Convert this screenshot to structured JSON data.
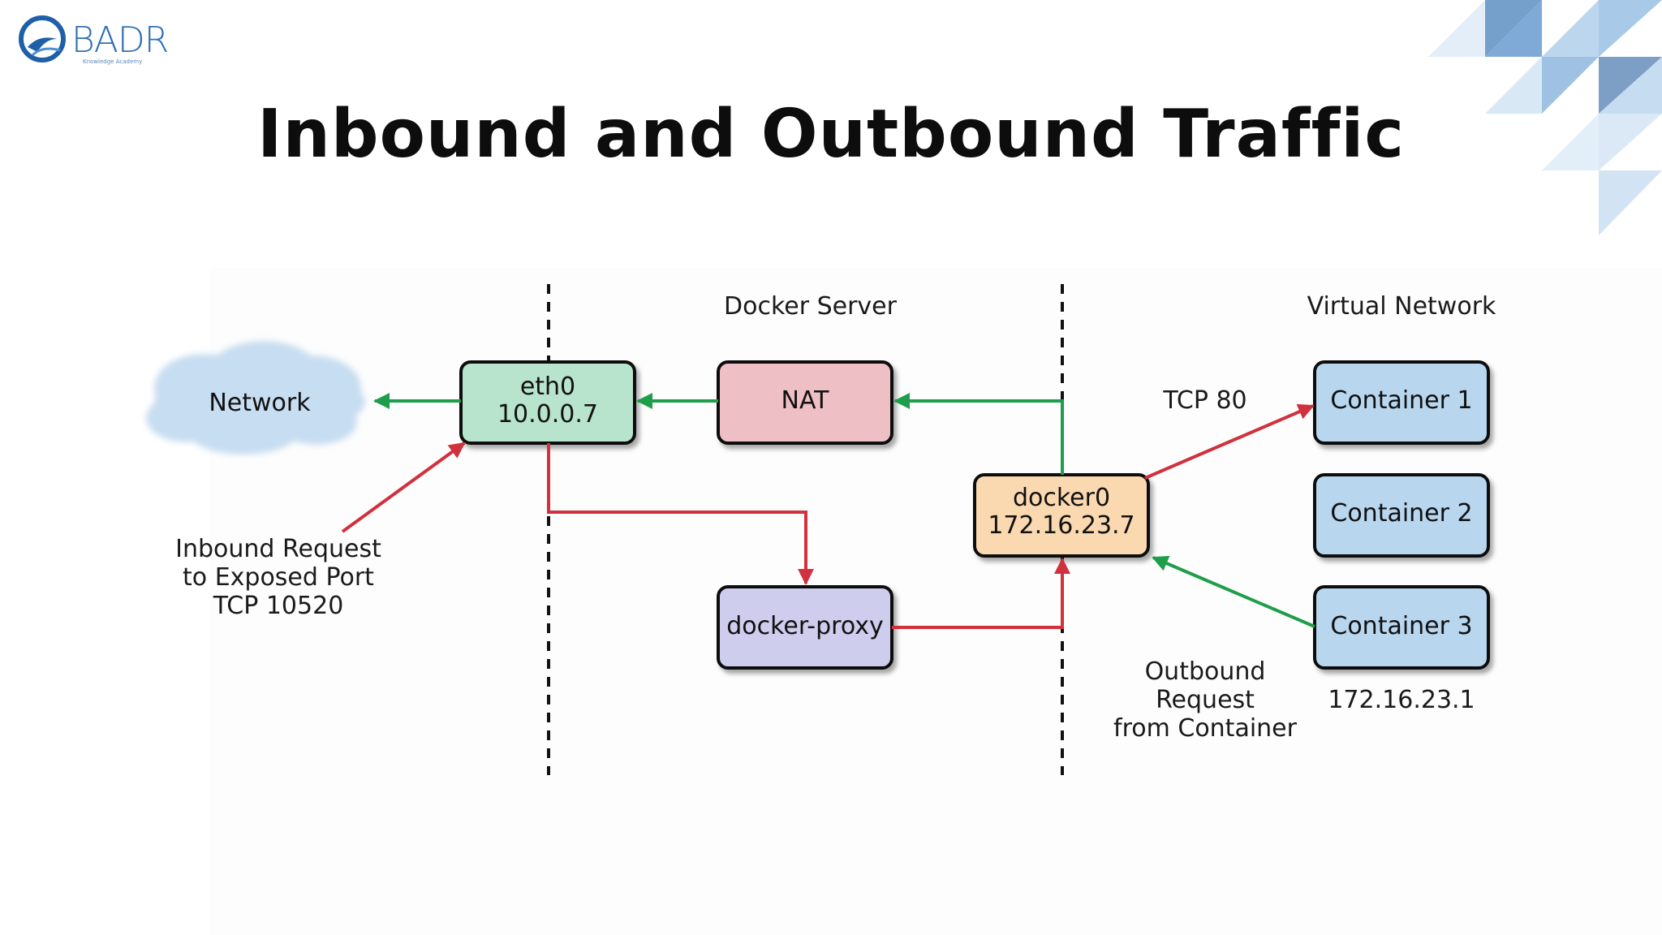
{
  "logo": {
    "brand": "BADR",
    "tagline": "Knowledge Academy"
  },
  "title": "Inbound and Outbound Traffic",
  "regions": {
    "docker_server": "Docker Server",
    "virtual_network": "Virtual Network"
  },
  "nodes": {
    "network": "Network",
    "eth0": {
      "name": "eth0",
      "ip": "10.0.0.7"
    },
    "nat": "NAT",
    "docker0": {
      "name": "docker0",
      "ip": "172.16.23.7"
    },
    "docker_proxy": "docker-proxy",
    "container1": "Container 1",
    "container2": "Container 2",
    "container3": "Container 3"
  },
  "annotations": {
    "inbound": [
      "Inbound Request",
      "to Exposed Port",
      "TCP 10520"
    ],
    "tcp80": "TCP 80",
    "outbound": [
      "Outbound",
      "Request",
      "from Container"
    ],
    "container3_ip": "172.16.23.1"
  },
  "colors": {
    "eth0": "#b8e3cc",
    "nat": "#eebfc4",
    "docker0": "#fbd9b0",
    "docker_proxy": "#cfcdee",
    "container": "#b8d7ef",
    "cloud": "#c7ddf1",
    "green_arrow": "#1e9e4a",
    "red_arrow": "#d0313d"
  }
}
